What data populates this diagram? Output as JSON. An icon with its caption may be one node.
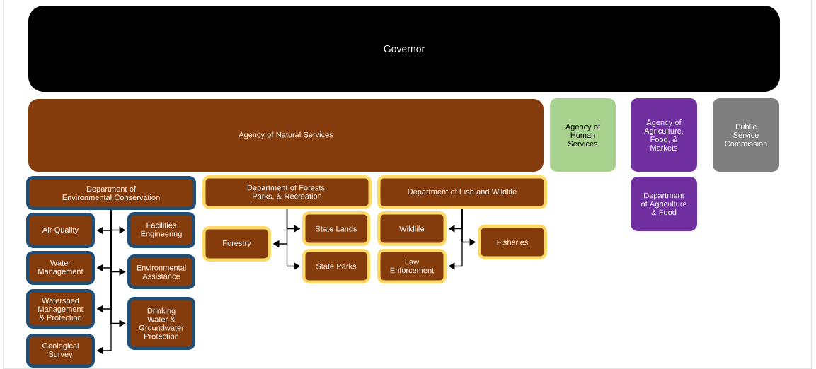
{
  "diagram": {
    "nodes": [
      {
        "text": [
          "Governor"
        ]
      },
      {
        "text": [
          "Agency of Natural Services"
        ]
      },
      {
        "text": [
          "Agency of Human Services"
        ]
      },
      {
        "text": [
          "Agency of Agriculture, Food, & Markets"
        ]
      },
      {
        "text": [
          "Public Service Commission"
        ]
      },
      {
        "text": [
          "Department of Agriculture & Food"
        ]
      },
      {
        "text": [
          "Department of Environmental Conservation"
        ]
      },
      {
        "text": [
          "Air Quality"
        ]
      },
      {
        "text": [
          "Facilities Engineering"
        ]
      },
      {
        "text": [
          "Water Management"
        ]
      },
      {
        "text": [
          "Environmental Assistance"
        ]
      },
      {
        "text": [
          "Watershed Management & Protection"
        ]
      },
      {
        "text": [
          "Drinking Water & Groundwater Protection"
        ]
      },
      {
        "text": [
          "Geological Survey"
        ]
      },
      {
        "text": [
          "Department of Forests, Parks, & Recreation"
        ]
      },
      {
        "text": [
          "State Lands"
        ]
      },
      {
        "text": [
          "Forestry"
        ]
      },
      {
        "text": [
          "State Parks"
        ]
      },
      {
        "text": [
          "Department of Fish and Wildlife"
        ]
      },
      {
        "text": [
          "Wildlife"
        ]
      },
      {
        "text": [
          "Fisheries"
        ]
      },
      {
        "text": [
          "Law Enforcement"
        ]
      }
    ],
    "edges": [
      {
        "from": 6,
        "to": 7,
        "arrow": "to"
      },
      {
        "from": 6,
        "to": 8,
        "arrow": "to"
      },
      {
        "from": 6,
        "to": 9,
        "arrow": "to"
      },
      {
        "from": 6,
        "to": 10,
        "arrow": "to"
      },
      {
        "from": 6,
        "to": 11,
        "arrow": "to"
      },
      {
        "from": 6,
        "to": 12,
        "arrow": "to"
      },
      {
        "from": 6,
        "to": 13,
        "arrow": "to"
      },
      {
        "from": 14,
        "to": 15,
        "arrow": "to"
      },
      {
        "from": 14,
        "to": 16,
        "arrow": "to"
      },
      {
        "from": 14,
        "to": 17,
        "arrow": "to"
      },
      {
        "from": 18,
        "to": 19,
        "arrow": "to"
      },
      {
        "from": 18,
        "to": 20,
        "arrow": "to"
      },
      {
        "from": 18,
        "to": 21,
        "arrow": "to"
      }
    ]
  }
}
